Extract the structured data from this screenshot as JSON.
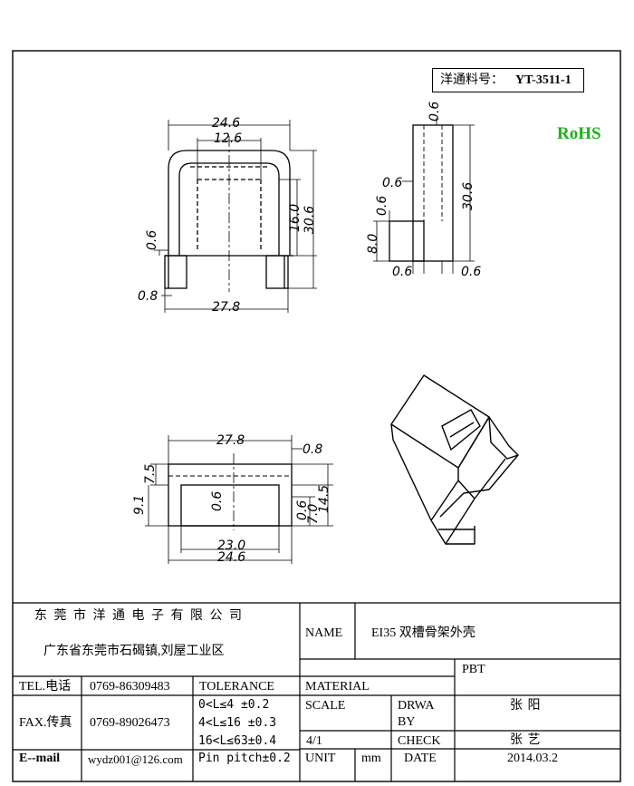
{
  "part_label": "洋通料号：",
  "part_number": "YT-3511-1",
  "rohs": "RoHS",
  "dims": {
    "front_top_outer": "24.6",
    "front_top_inner": "12.6",
    "front_wall": "0.6",
    "front_h16": "16.0",
    "front_h30": "30.6",
    "front_pin": "0.8",
    "front_bottom": "27.8",
    "side_top": "0.6",
    "side_left1": "0.6",
    "side_left2": "0.6",
    "side_h30": "30.6",
    "side_h8": "8.0",
    "side_b1": "0.6",
    "side_b2": "0.6",
    "plan_top": "27.8",
    "plan_right1": "0.8",
    "plan_left1": "7.5",
    "plan_left2": "9.1",
    "plan_center": "0.6",
    "plan_r2": "0.6",
    "plan_r3": "7.0",
    "plan_r4": "14.5",
    "plan_b1": "23.0",
    "plan_b2": "24.6"
  },
  "title_block": {
    "company": "东 莞 市 洋 通 电 子 有 限 公 司",
    "address": "广东省东莞市石碣镇,刘屋工业区",
    "name_label": "NAME",
    "name_value": "EI35 双槽骨架外壳",
    "tel_label": "TEL.电话",
    "tel_value": "0769-86309483",
    "fax_label": "FAX.传真",
    "fax_value": "0769-89026473",
    "email_label": "E--mail",
    "email_value": "wydz001@126.com",
    "tolerance_label": "TOLERANCE",
    "tol1": "0<L≤4   ±0.2",
    "tol2": "4<L≤16  ±0.3",
    "tol3": "16<L≤63±0.4",
    "pin_pitch": "Pin pitch±0.2",
    "material_label": "MATERIAL",
    "material_value": "PBT",
    "scale_label": "SCALE",
    "scale_value": "4/1",
    "drawn_label": "DRWA",
    "drawn_label2": "BY",
    "drawn_value": "张 阳",
    "check_label": "CHECK",
    "check_value": "张 艺",
    "unit_label": "UNIT",
    "unit_value": "mm",
    "date_label": "DATE",
    "date_value": "2014.03.2"
  }
}
